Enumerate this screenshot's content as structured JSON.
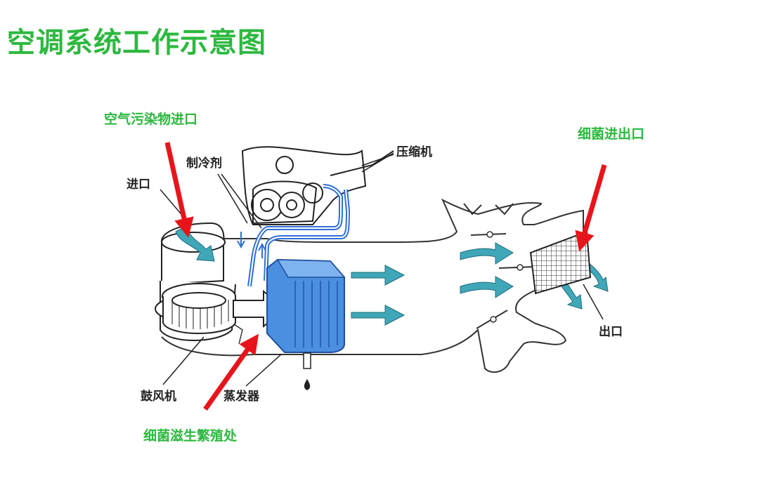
{
  "title": "空调系统工作示意图",
  "annotations": {
    "pollutant_inlet": "空气污染物进口",
    "bacteria_in_out": "细菌进出口",
    "bacteria_breeding": "细菌滋生繁殖处"
  },
  "labels": {
    "compressor": "压缩机",
    "refrigerant": "制冷剂",
    "inlet": "进口",
    "outlet": "出口",
    "blower": "鼓风机",
    "evaporator": "蒸发器"
  },
  "colors": {
    "title": "#2db83f",
    "arrow_red": "#e8141b",
    "pipe_blue": "#2f6fd6",
    "evaporator_blue": "#4a8fe0",
    "airflow_teal": "#3fa7b8"
  }
}
